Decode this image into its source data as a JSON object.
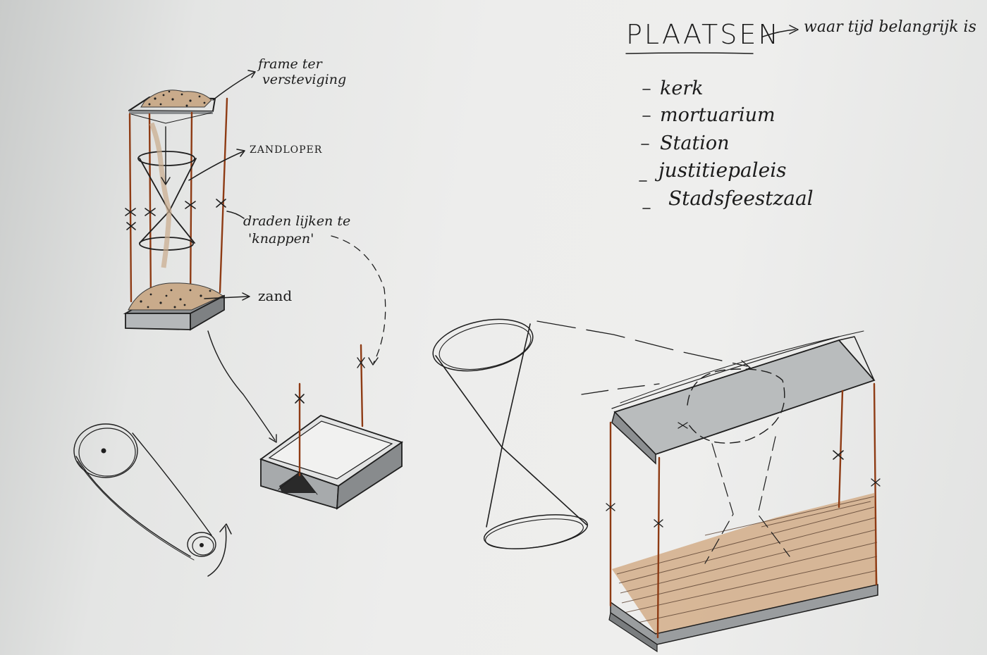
{
  "colors": {
    "paper": "#ededec",
    "ink": "#1e1e1e",
    "thread": "#8e3b14",
    "sand": "#c9ab8b",
    "grey_marker": "#b9bcbd"
  },
  "notes": {
    "title": "PLAATSEN",
    "title_arrow_note": "waar tijd belangrijk is",
    "places": [
      "kerk",
      "mortuarium",
      "Station",
      "justitiepaleis",
      "Stadsfeestzaal"
    ],
    "label_frame": [
      "frame ter",
      "versteviging"
    ],
    "label_hourglass": "ZANDLOPER",
    "label_threads": [
      "draden lijken te",
      "'knappen'"
    ],
    "label_sand": "zand"
  }
}
